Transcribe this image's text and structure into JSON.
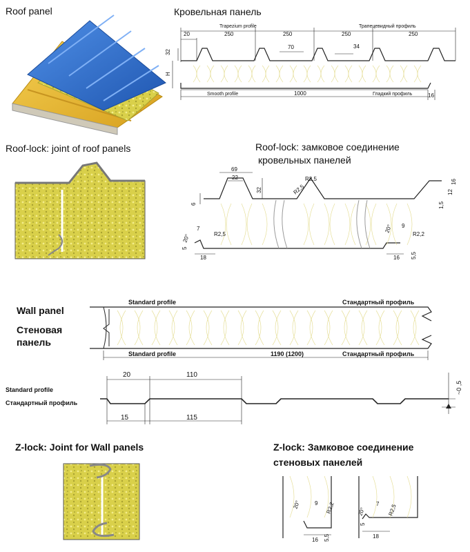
{
  "roof_panel": {
    "title_en": "Roof panel",
    "title_ru": "Кровельная панель",
    "trapezium_en": "Trapezium profile",
    "trapezium_ru": "Трапецевидный профиль",
    "smooth_en": "Smooth profile",
    "smooth_ru": "Гладкий профиль",
    "dims": {
      "d20": "20",
      "d250a": "250",
      "d250b": "250",
      "d250c": "250",
      "d250d": "250",
      "d70": "70",
      "d34": "34",
      "d32": "32",
      "dH": "H",
      "d1000": "1000",
      "d16": "16"
    }
  },
  "roof_lock": {
    "title_en": "Roof-lock:  joint of roof panels",
    "title_ru_1": "Roof-lock: замковое соединение",
    "title_ru_2": "кровельных панелей",
    "dims": {
      "d69": "69",
      "d22": "22",
      "d32": "32",
      "d6": "6",
      "r25a": "R2,5",
      "r25b": "R2,5",
      "d16": "16",
      "d12": "12",
      "d15": "1,5",
      "ang1": "20°",
      "d7": "7",
      "r25c": "R2,5",
      "d5": "5",
      "d18": "18",
      "ang2": "20°",
      "d9": "9",
      "r22": "R2,2",
      "d16b": "16",
      "d55": "5,5"
    }
  },
  "wall_panel": {
    "title_en": "Wall panel",
    "title_ru_1": "Стеновая",
    "title_ru_2": "панель",
    "std_en_top": "Standard profile",
    "std_ru_top": "Стандартный профиль",
    "std_en_bot": "Standard profile",
    "std_ru_bot": "Стандартный профиль",
    "width": "1190 (1200)",
    "profile_en": "Standard profile",
    "profile_ru": "Стандартный профиль",
    "dims": {
      "d20": "20",
      "d110": "110",
      "d15": "15",
      "d115": "115",
      "d05": "~0 ,5"
    }
  },
  "z_lock": {
    "title_en": "Z-lock: Joint for Wall panels",
    "title_ru_1": "Z-lock: Замковое соединение",
    "title_ru_2": "стеновых панелей",
    "dims": {
      "ang1": "20°",
      "d9": "9",
      "r22": "R2,2",
      "d16": "16",
      "d55": "5,5",
      "ang2": "20°",
      "d7": "7",
      "r25": "R2,5",
      "d5": "5",
      "d18": "18"
    }
  },
  "colors": {
    "panel_blue": "#2f6fcf",
    "panel_yellow": "#e8b830",
    "foam": "#d9d04a",
    "foam_line": "#e6df9a"
  }
}
